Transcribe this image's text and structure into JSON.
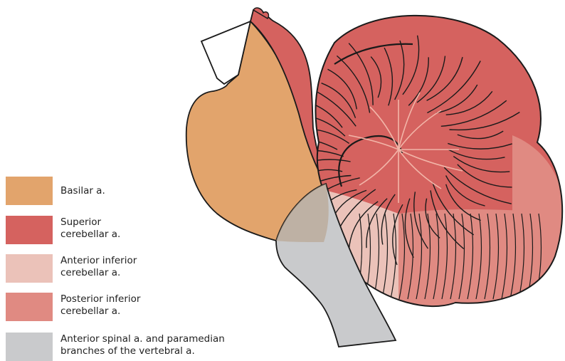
{
  "colors": {
    "basilar": "#E2A46C",
    "superior_cerebellar": "#D5625F",
    "anterior_inferior_cerebellar": "#EBC2B9",
    "posterior_inferior_cerebellar": "#E08A82",
    "anterior_spinal": "#C9CACC",
    "outline": "#1a1a1a"
  },
  "legend": {
    "items": [
      {
        "key": "basilar",
        "label": "Basilar a."
      },
      {
        "key": "superior_cerebellar",
        "label": "Superior\ncerebellar a."
      },
      {
        "key": "anterior_inferior_cerebellar",
        "label": "Anterior inferior\ncerebellar a."
      },
      {
        "key": "posterior_inferior_cerebellar",
        "label": "Posterior inferior\ncerebellar a."
      },
      {
        "key": "anterior_spinal",
        "label": "Anterior spinal a. and paramedian\nbranches of the vertebral a."
      }
    ]
  }
}
